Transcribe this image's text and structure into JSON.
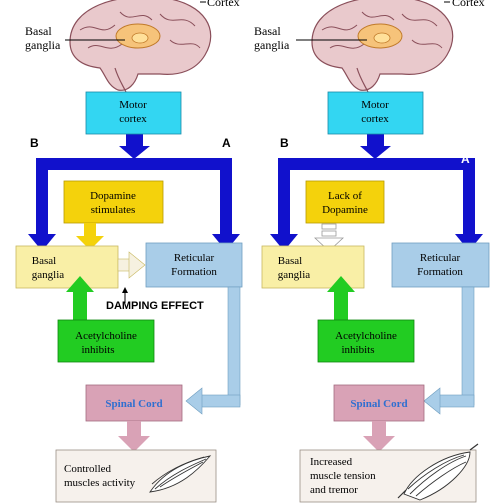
{
  "left_panel": {
    "brain": {
      "cortex_label": "Cortex",
      "basal_ganglia_label": [
        "Basal",
        "ganglia"
      ]
    },
    "motor_cortex": [
      "Motor",
      "cortex"
    ],
    "path_b": "B",
    "path_a": "A",
    "modulator": [
      "Dopamine",
      "stimulates"
    ],
    "basal_ganglia": [
      "Basal",
      "ganglia"
    ],
    "reticular_formation": [
      "Reticular",
      "Formation"
    ],
    "damping_effect": "DAMPING EFFECT",
    "acetylcholine": [
      "Acetylcholine",
      "inhibits"
    ],
    "spinal_cord": "Spinal Cord",
    "outcome": [
      "Controlled",
      "muscles activity"
    ]
  },
  "right_panel": {
    "brain": {
      "cortex_label": "Cortex",
      "basal_ganglia_label": [
        "Basal",
        "ganglia"
      ]
    },
    "motor_cortex": [
      "Motor",
      "cortex"
    ],
    "path_b": "B",
    "path_a": "A",
    "modulator": [
      "Lack of",
      "Dopamine"
    ],
    "basal_ganglia": [
      "Basal",
      "ganglia"
    ],
    "reticular_formation": [
      "Reticular",
      "Formation"
    ],
    "acetylcholine": [
      "Acetylcholine",
      "inhibits"
    ],
    "spinal_cord": "Spinal Cord",
    "outcome": [
      "Increased",
      "muscle tension",
      "and tremor"
    ]
  },
  "colors": {
    "motor_cortex": "#33d6f2",
    "blue_path": "#1111cc",
    "dopamine_box": "#f4d20c",
    "basal_ganglia_box": "#f9efa6",
    "reticular_box": "#a9cde8",
    "acetylcholine_box": "#22cc22",
    "spinal_cord_box": "#d9a2b6",
    "spinal_cord_text": "#2f6fd0",
    "outcome_box": "#f6f1ec",
    "brain_fill": "#e9c9cc",
    "brain_stroke": "#8a4f5a"
  }
}
